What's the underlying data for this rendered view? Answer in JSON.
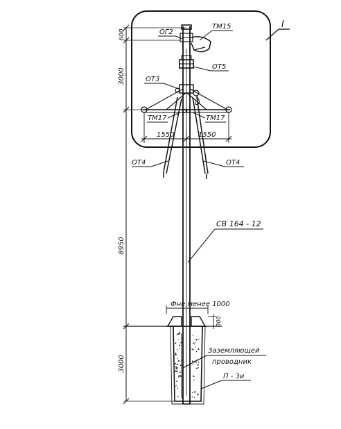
{
  "callouts": {
    "detail_ref": "I",
    "tm15": "ТМ15",
    "og2": "ОГ2",
    "ot5": "ОТ5",
    "ot3": "ОТ3",
    "tm17_left": "ТМ17",
    "tm17_right": "ТМ17",
    "ot4_left": "ОТ4",
    "ot4_right": "ОТ4",
    "pole": "СВ 164 - 12",
    "grounding": "Заземляющей проводник",
    "grounding_line1": "Заземляющей",
    "grounding_line2": "проводник",
    "backfill": "П - 3и",
    "foundation_note": "Фне менее 1000"
  },
  "dimensions": {
    "top": "600",
    "upper": "3000",
    "middle": "8950",
    "bottom": "3000",
    "span_left": "1550",
    "span_right": "1550",
    "collar": "300"
  },
  "colors": {
    "ink": "#111111",
    "paper": "#ffffff"
  }
}
